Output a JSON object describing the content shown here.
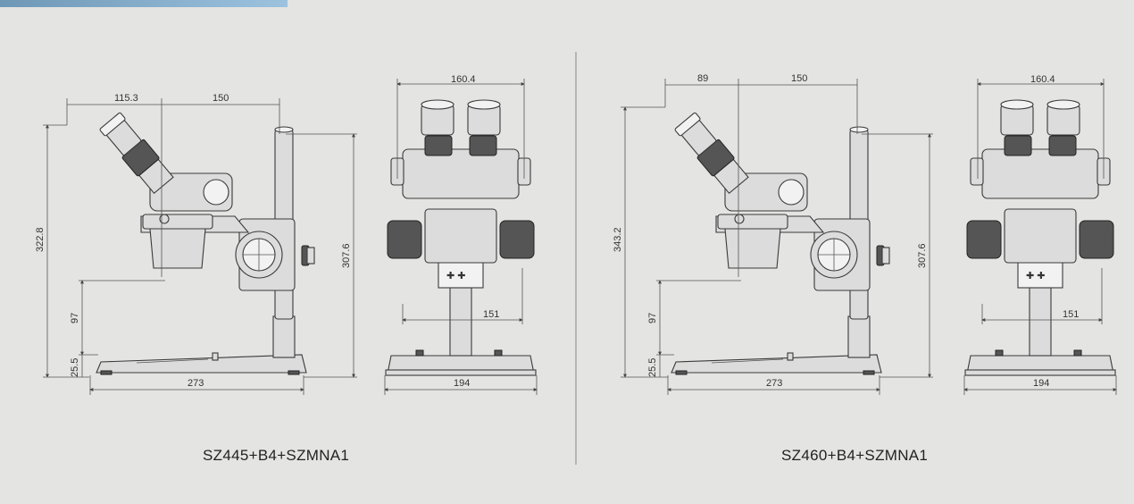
{
  "diagrams": [
    {
      "caption": "SZ445+B4+SZMNA1",
      "side": {
        "top_left": "115.3",
        "top_right": "150",
        "height_total": "322.8",
        "height_arm": "97",
        "height_base": "25.5",
        "base_width": "273",
        "pillar_height": "307.6"
      },
      "front": {
        "width_top": "160.4",
        "width_focus": "151",
        "width_base": "194"
      }
    },
    {
      "caption": "SZ460+B4+SZMNA1",
      "side": {
        "top_left": "89",
        "top_right": "150",
        "height_total": "343.2",
        "height_arm": "97",
        "height_base": "25.5",
        "base_width": "273",
        "pillar_height": "307.6"
      },
      "front": {
        "width_top": "160.4",
        "width_focus": "151",
        "width_base": "194"
      }
    }
  ]
}
